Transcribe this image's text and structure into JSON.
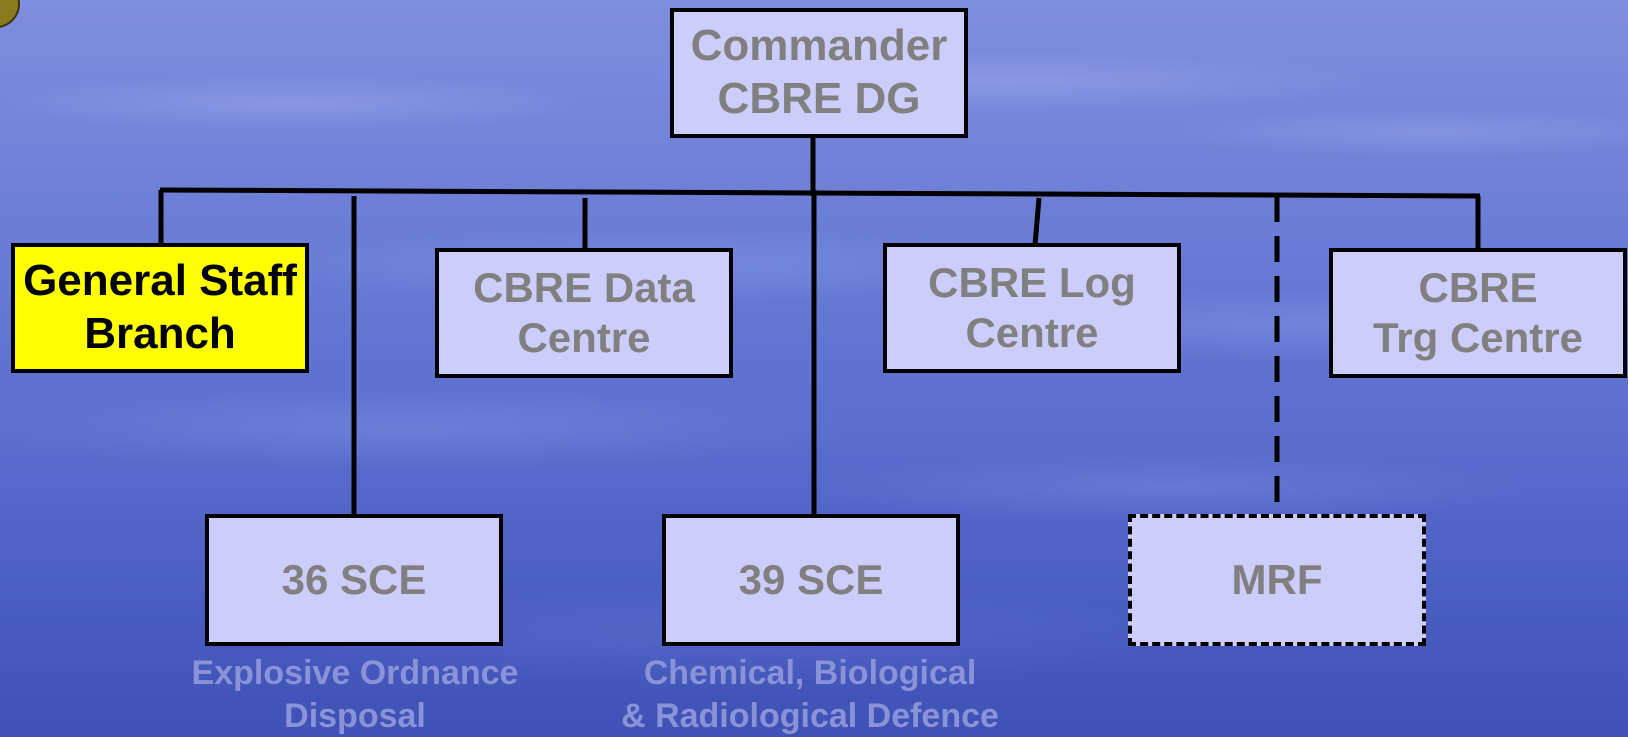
{
  "nodes": {
    "commander": {
      "lines": [
        "Commander",
        "CBRE DG"
      ]
    },
    "general_staff": {
      "lines": [
        "General Staff",
        "Branch"
      ]
    },
    "data_centre": {
      "lines": [
        "CBRE Data",
        "Centre"
      ]
    },
    "log_centre": {
      "lines": [
        "CBRE Log",
        "Centre"
      ]
    },
    "trg_centre": {
      "lines": [
        "CBRE",
        "Trg Centre"
      ]
    },
    "sce36": {
      "label": "36 SCE"
    },
    "sce39": {
      "label": "39 SCE"
    },
    "mrf": {
      "label": "MRF"
    }
  },
  "captions": {
    "sce36": "Explosive Ordnance\nDisposal",
    "sce39": "Chemical, Biological\n& Radiological Defence"
  },
  "colors": {
    "box_fill": "#cccdfb",
    "box_text": "#808080",
    "highlight_fill": "#ffff00",
    "caption_text": "#8a93d8",
    "line": "#000000"
  },
  "edges": [
    {
      "from": "commander",
      "to": "general_staff",
      "style": "solid"
    },
    {
      "from": "commander",
      "to": "sce36",
      "style": "solid"
    },
    {
      "from": "commander",
      "to": "data_centre",
      "style": "solid"
    },
    {
      "from": "commander",
      "to": "sce39",
      "style": "solid"
    },
    {
      "from": "commander",
      "to": "log_centre",
      "style": "solid"
    },
    {
      "from": "commander",
      "to": "mrf",
      "style": "dashed"
    },
    {
      "from": "commander",
      "to": "trg_centre",
      "style": "solid"
    }
  ]
}
